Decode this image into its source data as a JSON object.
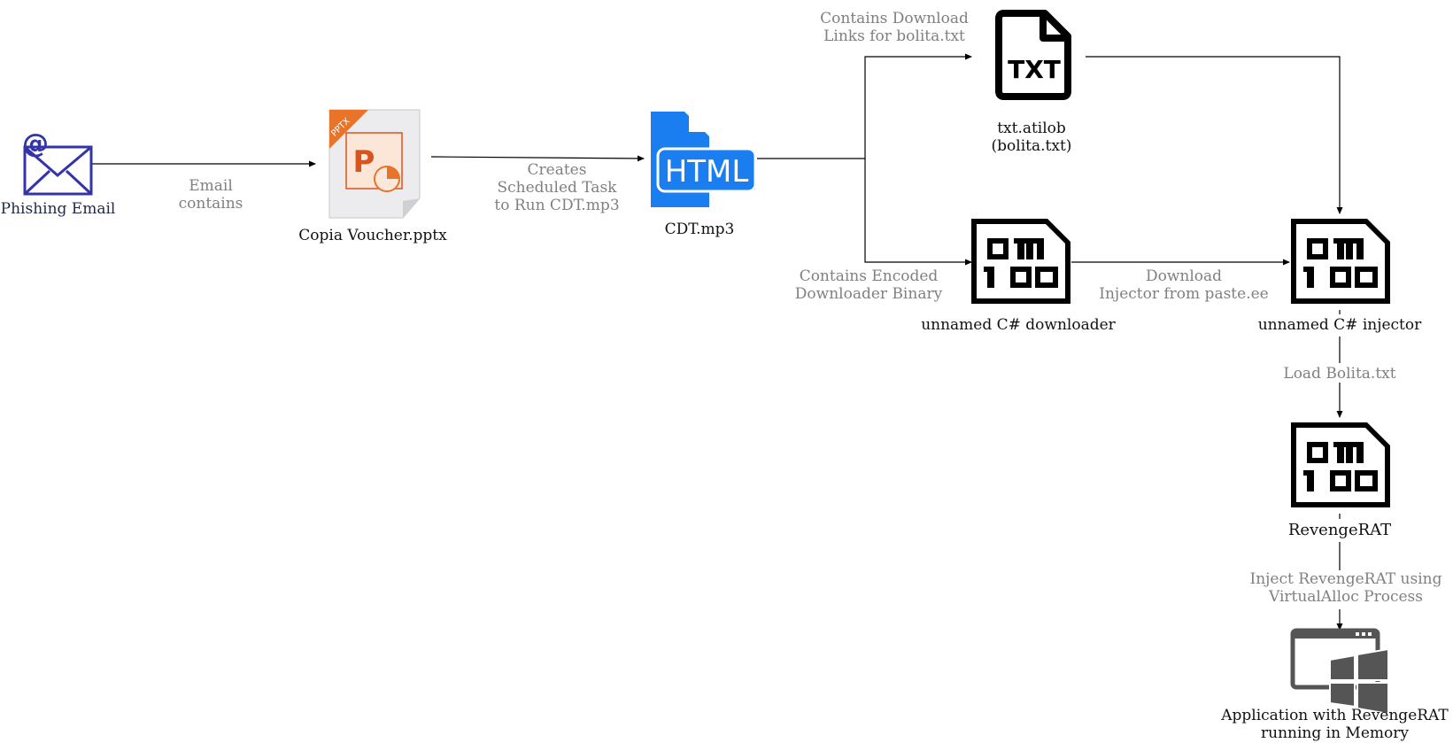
{
  "nodes": {
    "email": {
      "label": "Phishing Email",
      "icon": "email-icon"
    },
    "pptx": {
      "label": "Copia Voucher.pptx",
      "icon": "pptx-file-icon",
      "badge": "PPTX"
    },
    "html": {
      "label": "CDT.mp3",
      "icon": "html-file-icon",
      "badge": "HTML"
    },
    "txt": {
      "label": "txt.atilob\n(bolita.txt)",
      "icon": "txt-file-icon",
      "badge": "TXT"
    },
    "downloader": {
      "label": "unnamed C# downloader",
      "icon": "binary-file-icon"
    },
    "injector": {
      "label": "unnamed C# injector",
      "icon": "binary-file-icon"
    },
    "revengerat": {
      "label": "RevengeRAT",
      "icon": "binary-file-icon"
    },
    "app": {
      "label": "Application with RevengeRAT\nrunning in Memory",
      "icon": "windows-app-icon"
    }
  },
  "edges": {
    "email_pptx": "Email\ncontains",
    "pptx_html": "Creates\nScheduled Task\nto Run CDT.mp3",
    "html_txt": "Contains Download\nLinks for bolita.txt",
    "html_downloader": "Contains Encoded\nDownloader Binary",
    "downloader_injector": "Download\nInjector from paste.ee",
    "injector_revengerat": "Load Bolita.txt",
    "revengerat_app": "Inject RevengeRAT using\nVirtualAlloc Process"
  },
  "colors": {
    "email_icon": "#3333aa",
    "html_icon": "#1a7ef0",
    "pptx_orange": "#e8742a",
    "binary_icon": "#000000",
    "app_icon": "#555555",
    "edge_label": "#808080",
    "line": "#000000"
  }
}
